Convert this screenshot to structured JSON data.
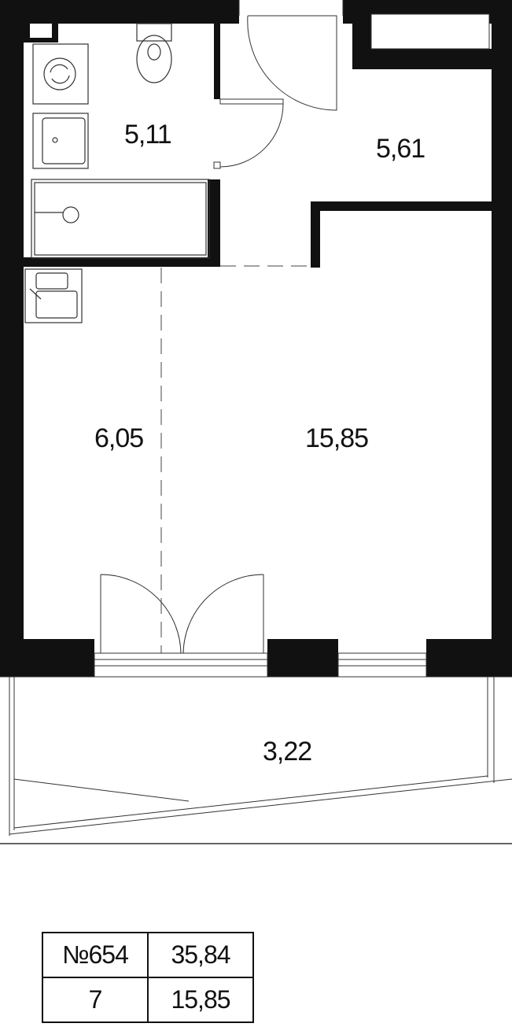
{
  "rooms": {
    "bathroom": "5,11",
    "hallway": "5,61",
    "kitchen": "6,05",
    "living_room": "15,85",
    "balcony": "3,22"
  },
  "summary": {
    "apartment_number": "№654",
    "total_area": "35,84",
    "floor": "7",
    "living_area": "15,85"
  }
}
